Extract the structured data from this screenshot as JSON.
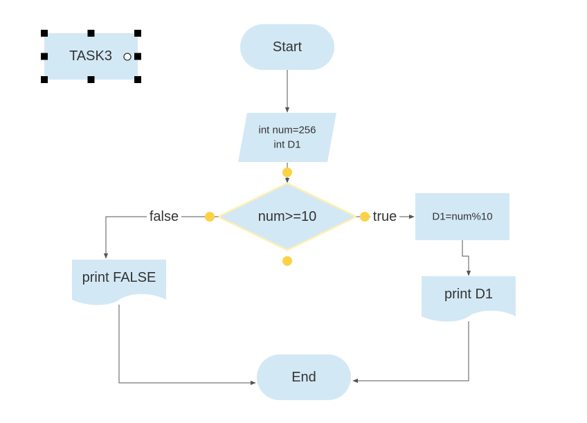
{
  "diagram": {
    "nodes": {
      "task3": {
        "label": "TASK3",
        "selected": true
      },
      "start": {
        "label": "Start"
      },
      "declare": {
        "line1": "int num=256",
        "line2": "int D1"
      },
      "decision": {
        "label": "num>=10"
      },
      "mod": {
        "label": "D1=num%10"
      },
      "print_false": {
        "label": "print FALSE"
      },
      "print_d1": {
        "label": "print D1"
      },
      "end": {
        "label": "End"
      }
    },
    "edges": {
      "false_label": "false",
      "true_label": "true"
    },
    "colors": {
      "node_fill": "#d3e8f5",
      "edge_stroke": "#555555",
      "text": "#333333",
      "anchor_point": "#fbd246",
      "selection_handle": "#000000",
      "hover_glow": "#fff0b3"
    }
  }
}
